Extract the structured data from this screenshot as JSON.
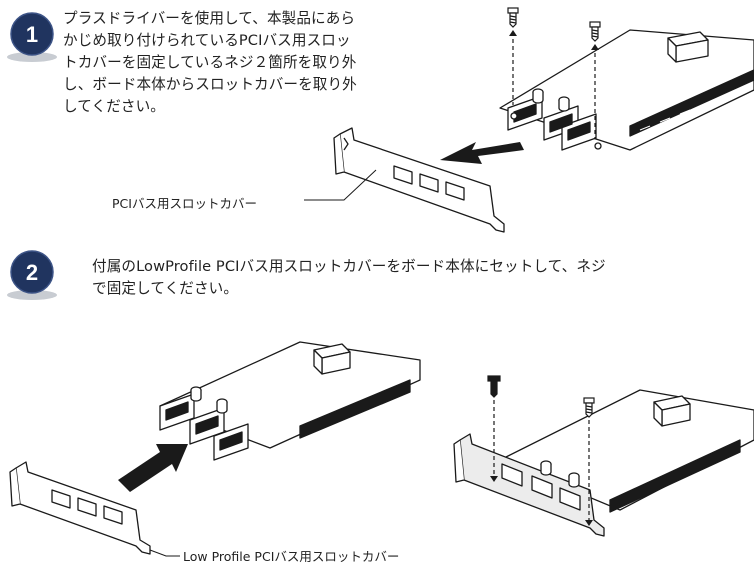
{
  "steps": [
    {
      "number": "1",
      "lines": [
        "プラスドライバーを使用して、本製品にあら",
        "かじめ取り付けられているPCIバス用スロッ",
        "トカバーを固定しているネジ２箇所を取り外",
        "し、ボード本体からスロットカバーを取り外",
        "してください。"
      ]
    },
    {
      "number": "2",
      "lines": [
        "付属のLowProfile PCIバス用スロットカバーをボード本体にセットして、ネジ",
        "で固定してください。"
      ]
    }
  ],
  "callouts": {
    "pci_cover": "PCIバス用スロットカバー",
    "lowprofile_cover": "Low Profile PCIバス用スロットカバー"
  },
  "icons": {
    "badge": "numbered-step-badge",
    "arrow": "direction-arrow",
    "screw": "screw-icon",
    "board": "interface-board"
  },
  "colors": {
    "badge": "#20345f",
    "badge_shadow": "#c8ccd2",
    "line": "#1a1a1a",
    "arrow": "#1a1a1a"
  }
}
